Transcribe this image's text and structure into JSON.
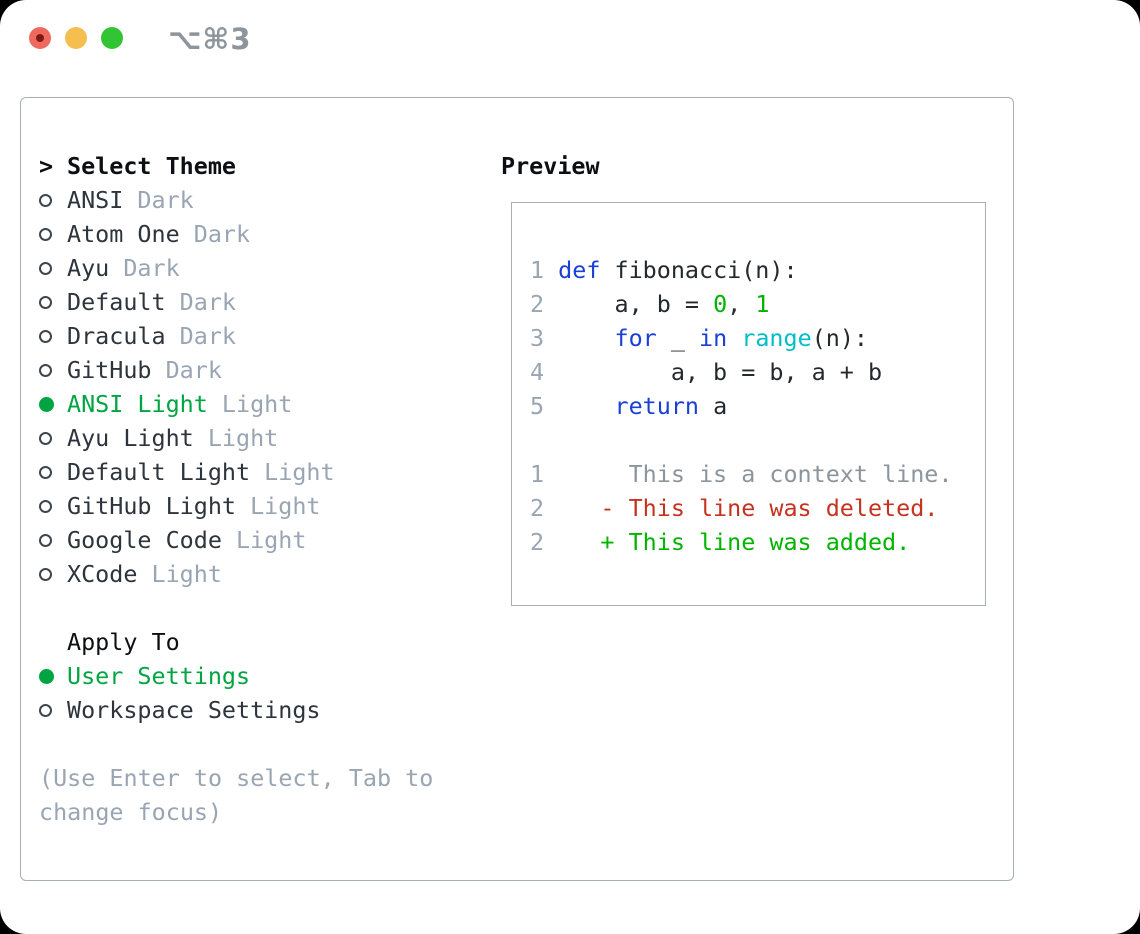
{
  "colors": {
    "text": "#24292e",
    "heading": "#0c0f13",
    "muted": "#9aa5b3",
    "selected_green": "#00a542",
    "code_keyword": "#1a40d8",
    "code_number": "#00b100",
    "code_function": "#00bec8",
    "diff_deleted": "#c5331f",
    "diff_added": "#00b400",
    "diff_context": "#8c959d",
    "line_number": "#9aa5b3",
    "border": "#a7aeb8",
    "traffic_red": "#ee6a5f",
    "traffic_yellow": "#f5bf50",
    "traffic_green": "#33c436",
    "shortcut": "#8d949b"
  },
  "titlebar": {
    "shortcut": "⌥⌘3",
    "buttons": [
      "close",
      "minimize",
      "zoom"
    ]
  },
  "theme_picker": {
    "caret": ">",
    "title": "Select Theme",
    "items": [
      {
        "name": "ANSI",
        "variant": "Dark",
        "selected": false
      },
      {
        "name": "Atom One",
        "variant": "Dark",
        "selected": false
      },
      {
        "name": "Ayu",
        "variant": "Dark",
        "selected": false
      },
      {
        "name": "Default",
        "variant": "Dark",
        "selected": false
      },
      {
        "name": "Dracula",
        "variant": "Dark",
        "selected": false
      },
      {
        "name": "GitHub",
        "variant": "Dark",
        "selected": false
      },
      {
        "name": "ANSI Light",
        "variant": "Light",
        "selected": true
      },
      {
        "name": "Ayu Light",
        "variant": "Light",
        "selected": false
      },
      {
        "name": "Default Light",
        "variant": "Light",
        "selected": false
      },
      {
        "name": "GitHub Light",
        "variant": "Light",
        "selected": false
      },
      {
        "name": "Google Code",
        "variant": "Light",
        "selected": false
      },
      {
        "name": "XCode",
        "variant": "Light",
        "selected": false
      }
    ]
  },
  "apply_to": {
    "title": "Apply To",
    "options": [
      {
        "label": "User Settings",
        "selected": true
      },
      {
        "label": "Workspace Settings",
        "selected": false
      }
    ]
  },
  "hint_lines": [
    "(Use Enter to select, Tab to",
    "change focus)"
  ],
  "preview": {
    "title": "Preview",
    "lines": [
      {
        "num": "",
        "tokens": []
      },
      {
        "num": "1",
        "tokens": [
          {
            "t": "def",
            "c": "kw"
          },
          {
            "t": " fibonacci(n):",
            "c": "fg"
          }
        ]
      },
      {
        "num": "2",
        "tokens": [
          {
            "t": "    a, b = ",
            "c": "fg"
          },
          {
            "t": "0",
            "c": "num"
          },
          {
            "t": ", ",
            "c": "fg"
          },
          {
            "t": "1",
            "c": "num"
          }
        ]
      },
      {
        "num": "3",
        "tokens": [
          {
            "t": "    ",
            "c": "fg"
          },
          {
            "t": "for",
            "c": "kw"
          },
          {
            "t": " _ ",
            "c": "fg"
          },
          {
            "t": "in",
            "c": "kw"
          },
          {
            "t": " ",
            "c": "fg"
          },
          {
            "t": "range",
            "c": "fn"
          },
          {
            "t": "(n):",
            "c": "fg"
          }
        ]
      },
      {
        "num": "4",
        "tokens": [
          {
            "t": "        a, b = b, a + b",
            "c": "fg"
          }
        ]
      },
      {
        "num": "5",
        "tokens": [
          {
            "t": "    ",
            "c": "fg"
          },
          {
            "t": "return",
            "c": "kw"
          },
          {
            "t": " a",
            "c": "fg"
          }
        ]
      },
      {
        "num": "",
        "tokens": []
      },
      {
        "num": "1",
        "tokens": [
          {
            "t": "     This is a context line.",
            "c": "ctx"
          }
        ]
      },
      {
        "num": "2",
        "tokens": [
          {
            "t": "   - This line was deleted.",
            "c": "del"
          }
        ]
      },
      {
        "num": "2",
        "tokens": [
          {
            "t": "   + This line was added.",
            "c": "add"
          }
        ]
      }
    ]
  }
}
